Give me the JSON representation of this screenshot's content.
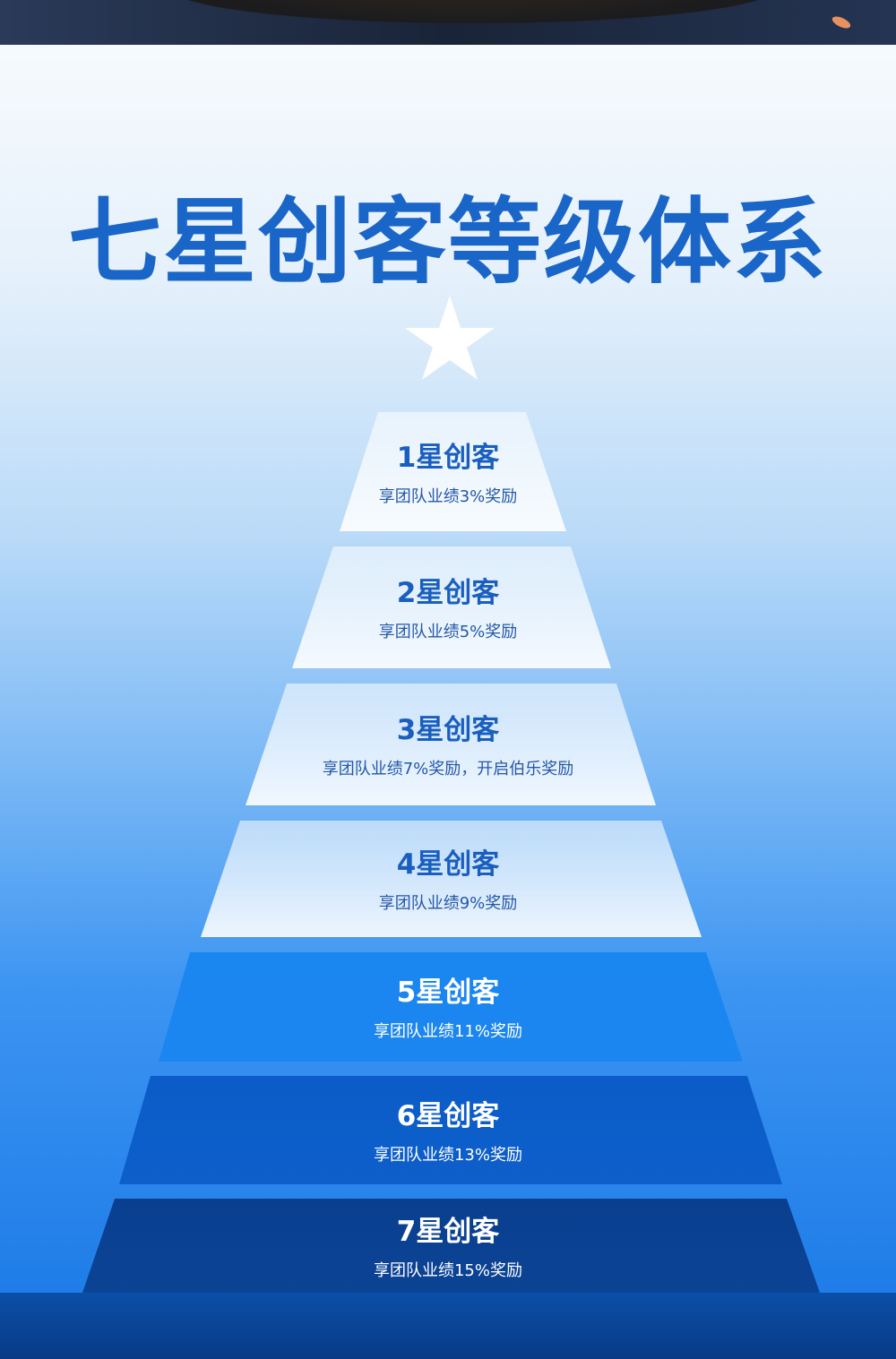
{
  "title": "七星创客等级体系",
  "tiers": [
    {
      "name": "1星创客",
      "desc": "享团队业绩3%奖励"
    },
    {
      "name": "2星创客",
      "desc": "享团队业绩5%奖励"
    },
    {
      "name": "3星创客",
      "desc": "享团队业绩7%奖励，开启伯乐奖励"
    },
    {
      "name": "4星创客",
      "desc": "享团队业绩9%奖励"
    },
    {
      "name": "5星创客",
      "desc": "享团队业绩11%奖励"
    },
    {
      "name": "6星创客",
      "desc": "享团队业绩13%奖励"
    },
    {
      "name": "7星创客",
      "desc": "享团队业绩15%奖励"
    }
  ],
  "colors": {
    "title": "#1a66c8",
    "tier5": "#1a86f0",
    "tier6": "#0b5cc8",
    "tier7": "#0a3f8f"
  }
}
